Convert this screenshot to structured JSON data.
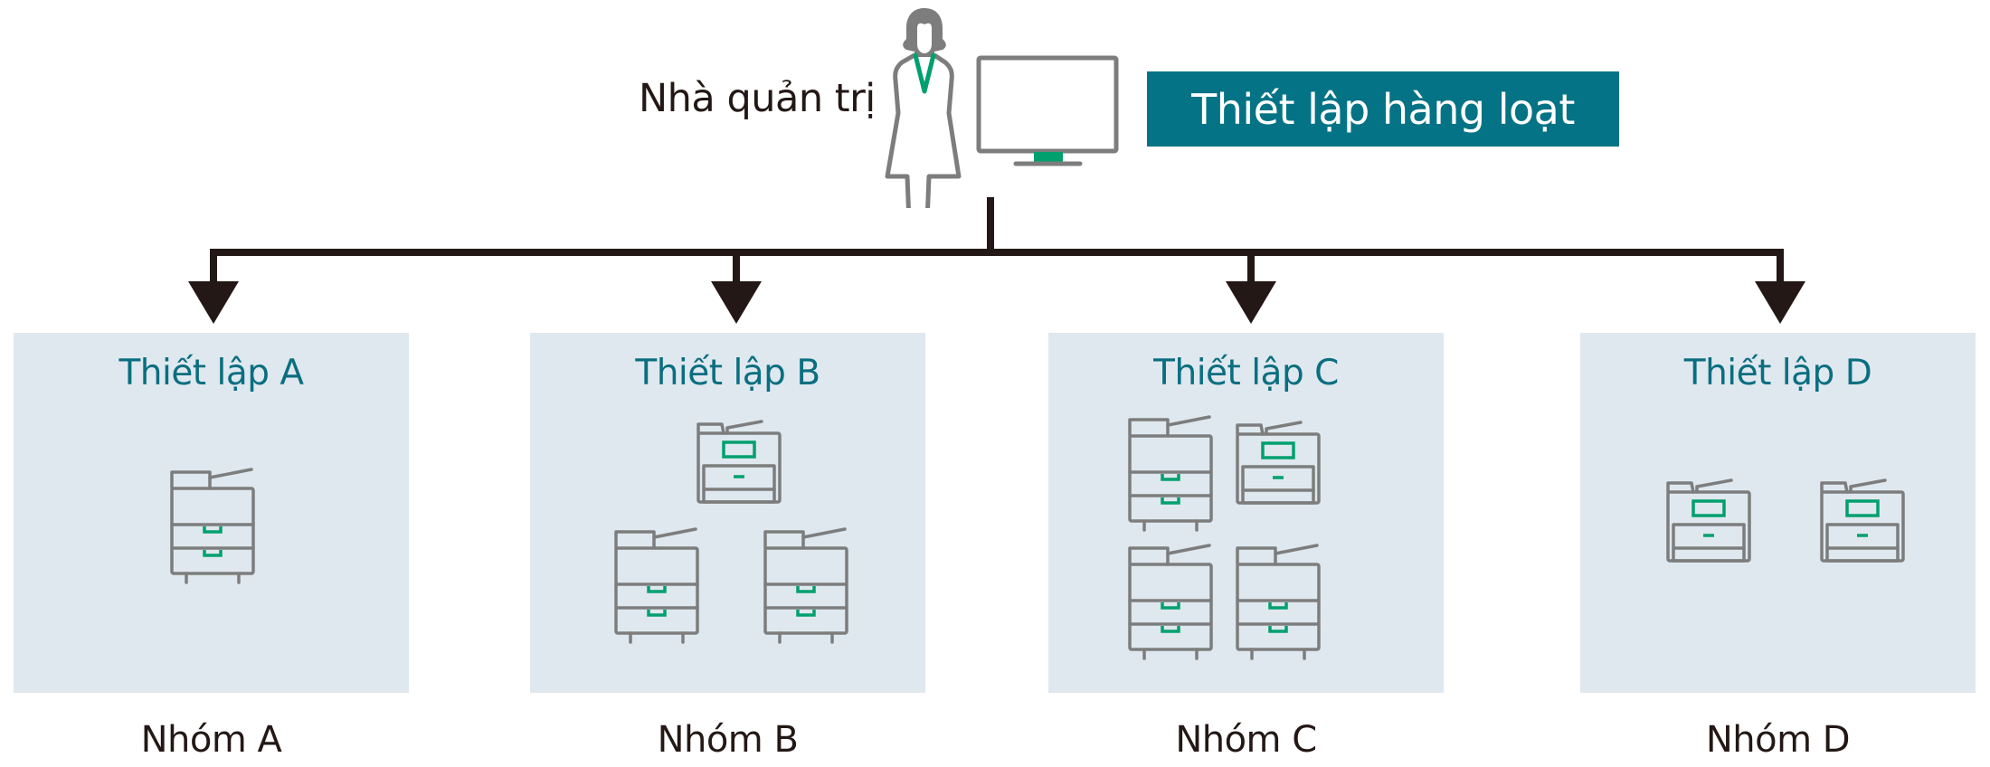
{
  "header": {
    "admin_label": "Nhà quản trị",
    "admin_icon": "woman-admin-icon",
    "computer_icon": "monitor-icon",
    "banner_label": "Thiết lập hàng loạt"
  },
  "colors": {
    "banner_bg": "#047385",
    "group_bg": "#dfe8ef",
    "title_text": "#0a6e80",
    "icon_stroke": "#7d7d7d",
    "accent_green": "#00a06e",
    "connector": "#231815"
  },
  "groups": [
    {
      "title": "Thiết lập A",
      "label": "Nhóm A",
      "printers": [
        "large-mfp"
      ]
    },
    {
      "title": "Thiết lập B",
      "label": "Nhóm B",
      "printers": [
        "compact-mfp",
        "large-mfp",
        "large-mfp"
      ]
    },
    {
      "title": "Thiết lập C",
      "label": "Nhóm C",
      "printers": [
        "large-mfp",
        "compact-mfp",
        "large-mfp",
        "large-mfp"
      ]
    },
    {
      "title": "Thiết lập D",
      "label": "Nhóm D",
      "printers": [
        "compact-mfp",
        "compact-mfp"
      ]
    }
  ]
}
